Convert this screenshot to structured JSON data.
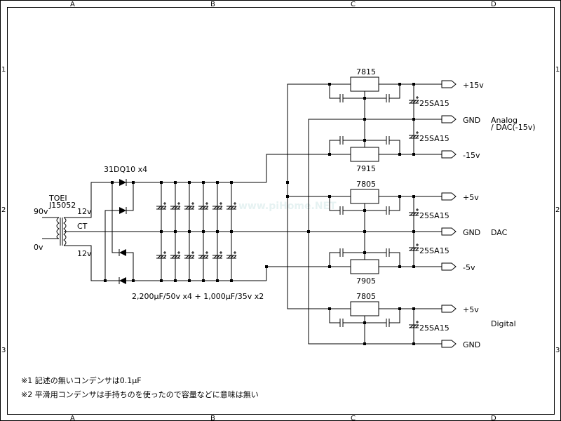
{
  "frame": {
    "columns": [
      "A",
      "B",
      "C",
      "D"
    ],
    "rows": [
      "1",
      "2",
      "3"
    ]
  },
  "transformer": {
    "maker": "TOEI",
    "model": "J15052",
    "primary_high": "90v",
    "primary_low": "0v",
    "secondary_top": "12v",
    "secondary_ct": "CT",
    "secondary_bottom": "12v"
  },
  "rectifier": {
    "label": "31DQ10 x4"
  },
  "smoothing": {
    "label": "2,200μF/50v x4 + 1,000μF/35v x2"
  },
  "regulators": [
    {
      "name": "7815",
      "cap": "25SA15",
      "output": "+15v"
    },
    {
      "name": "7915",
      "cap": "25SA15",
      "output": "-15v"
    },
    {
      "name": "7805",
      "cap": "25SA15",
      "output": "+5v"
    },
    {
      "name": "7905",
      "cap": "25SA15",
      "output": "-5v"
    },
    {
      "name": "7805",
      "cap": "25SA15",
      "output": "+5v"
    }
  ],
  "outputs": {
    "gnd1": "GND",
    "gnd2": "GND",
    "gnd3": "GND"
  },
  "groups": {
    "analog_line1": "Analog",
    "analog_line2": "/ DAC(-15v)",
    "dac": "DAC",
    "digital": "Digital"
  },
  "notes": {
    "note1": "※1 記述の無いコンデンサは0.1μF",
    "note2": "※2 平滑用コンデンサは手持ちのを使ったので容量などに意味は無い"
  },
  "watermark": "www.piHome.NET"
}
